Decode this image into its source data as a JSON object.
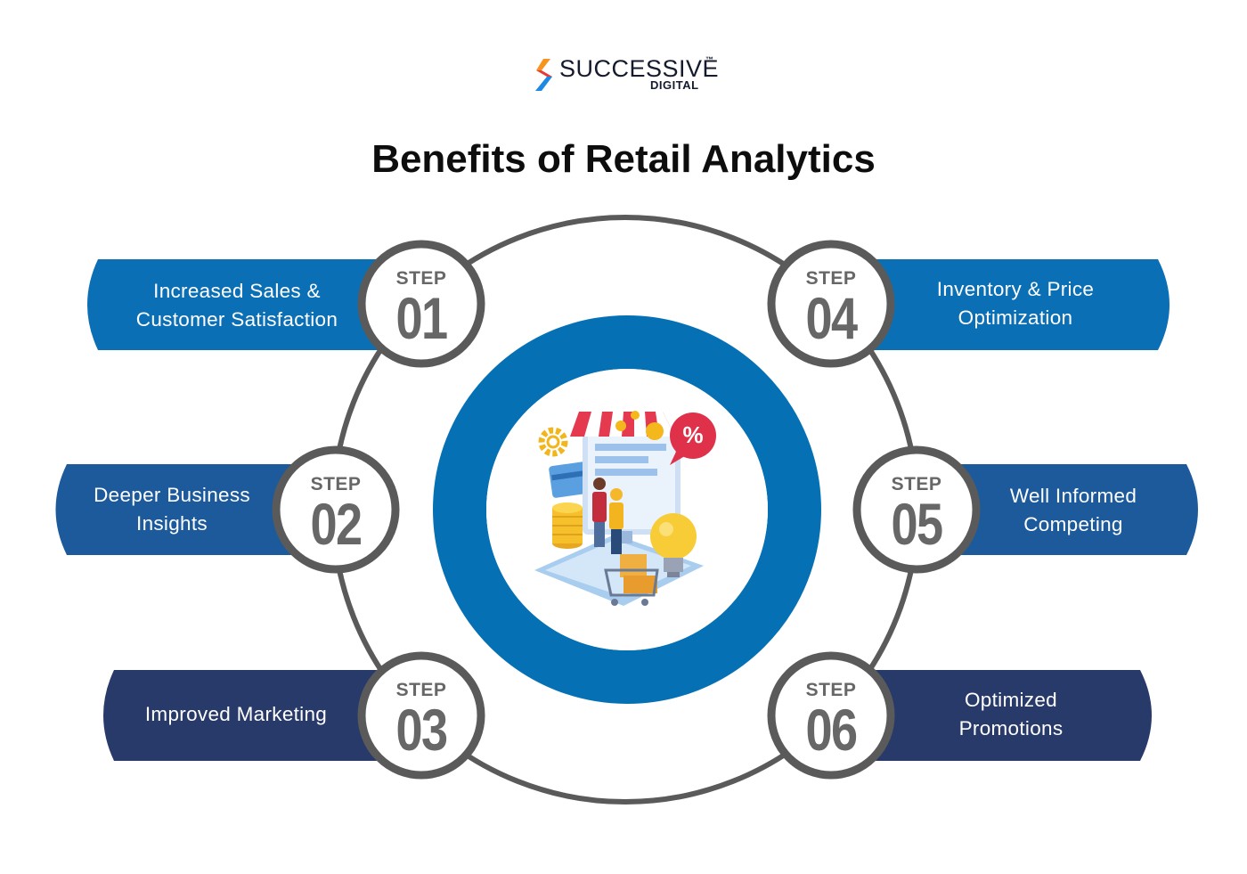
{
  "brand": {
    "name": "SUCCESSIVE",
    "trademark": "™",
    "sub": "DIGITAL"
  },
  "title": "Benefits of Retail Analytics",
  "steps": [
    {
      "label": "STEP",
      "number": "01",
      "text_lines": [
        "Increased Sales &",
        "Customer Satisfaction"
      ]
    },
    {
      "label": "STEP",
      "number": "02",
      "text_lines": [
        "Deeper Business",
        "Insights"
      ]
    },
    {
      "label": "STEP",
      "number": "03",
      "text_lines": [
        "Improved Marketing"
      ]
    },
    {
      "label": "STEP",
      "number": "04",
      "text_lines": [
        "Inventory & Price",
        "Optimization"
      ]
    },
    {
      "label": "STEP",
      "number": "05",
      "text_lines": [
        "Well Informed",
        "Competing"
      ]
    },
    {
      "label": "STEP",
      "number": "06",
      "text_lines": [
        "Optimized",
        "Promotions"
      ]
    }
  ],
  "colors": {
    "banner_light": "#0a6fb5",
    "banner_mid": "#1c5a9c",
    "banner_dark": "#283a6a",
    "ring": "#5a5a5a",
    "center_ring": "#0571b4",
    "step_text": "#676767"
  },
  "center_illustration": {
    "icon": "retail-shop-illustration-icon",
    "sign_text": "%"
  }
}
